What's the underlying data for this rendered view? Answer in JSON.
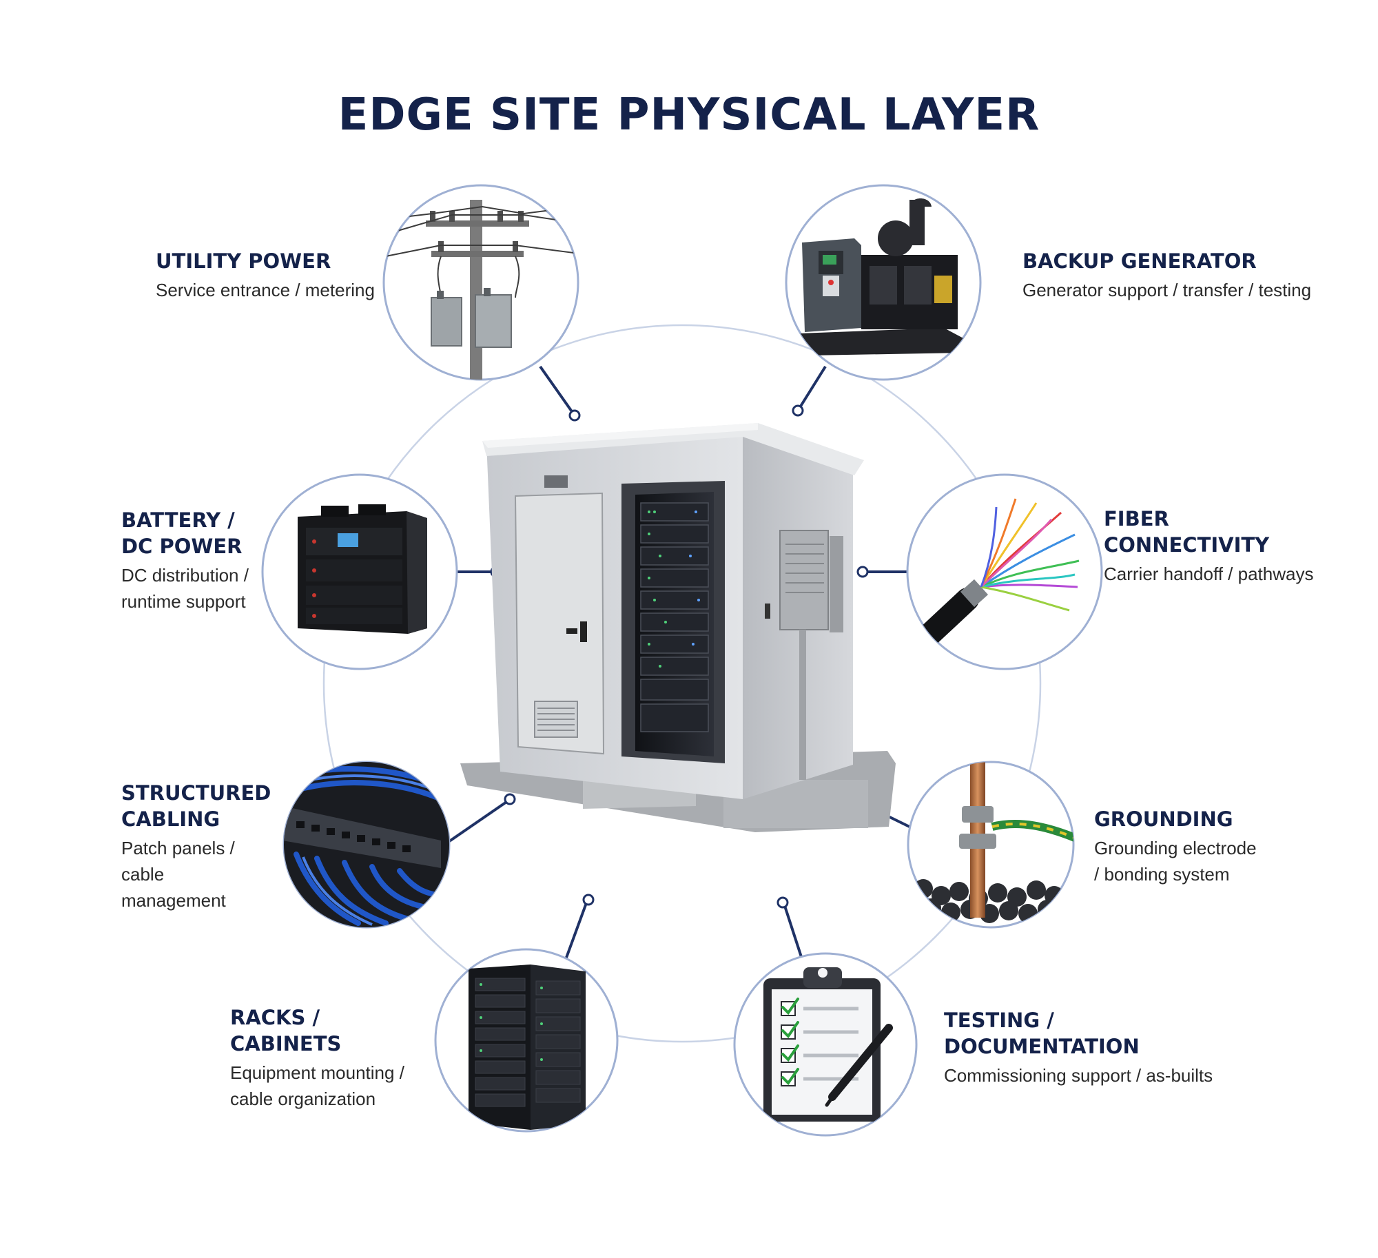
{
  "title": "EDGE SITE PHYSICAL LAYER",
  "colors": {
    "title_navy": "#14224a",
    "ring_line": "#c9d3e6",
    "node_border": "#9fb0d3",
    "connector": "#1f3266",
    "cable_blue": "#2057c8",
    "shelter_gray": "#d3d6da",
    "rack_black": "#1b1d22"
  },
  "components": [
    {
      "icon": "utility-pole-icon",
      "title": "UTILITY POWER",
      "description": "Service entrance / metering"
    },
    {
      "icon": "generator-icon",
      "title": "BACKUP GENERATOR",
      "description": "Generator support / transfer / testing"
    },
    {
      "icon": "battery-cabinet-icon",
      "title": "BATTERY / DC POWER",
      "description": "DC distribution / runtime support"
    },
    {
      "icon": "fiber-cable-icon",
      "title": "FIBER CONNECTIVITY",
      "description": "Carrier handoff / pathways"
    },
    {
      "icon": "patch-panel-icon",
      "title": "STRUCTURED CABLING",
      "description": "Patch panels / cable management"
    },
    {
      "icon": "ground-rod-icon",
      "title": "GROUNDING",
      "description": "Grounding electrode / bonding system"
    },
    {
      "icon": "server-rack-icon",
      "title": "RACKS / CABINETS",
      "description": "Equipment mounting / cable organization"
    },
    {
      "icon": "clipboard-checklist-icon",
      "title": "TESTING / DOCUMENTATION",
      "description": "Commissioning support / as-builts"
    }
  ]
}
